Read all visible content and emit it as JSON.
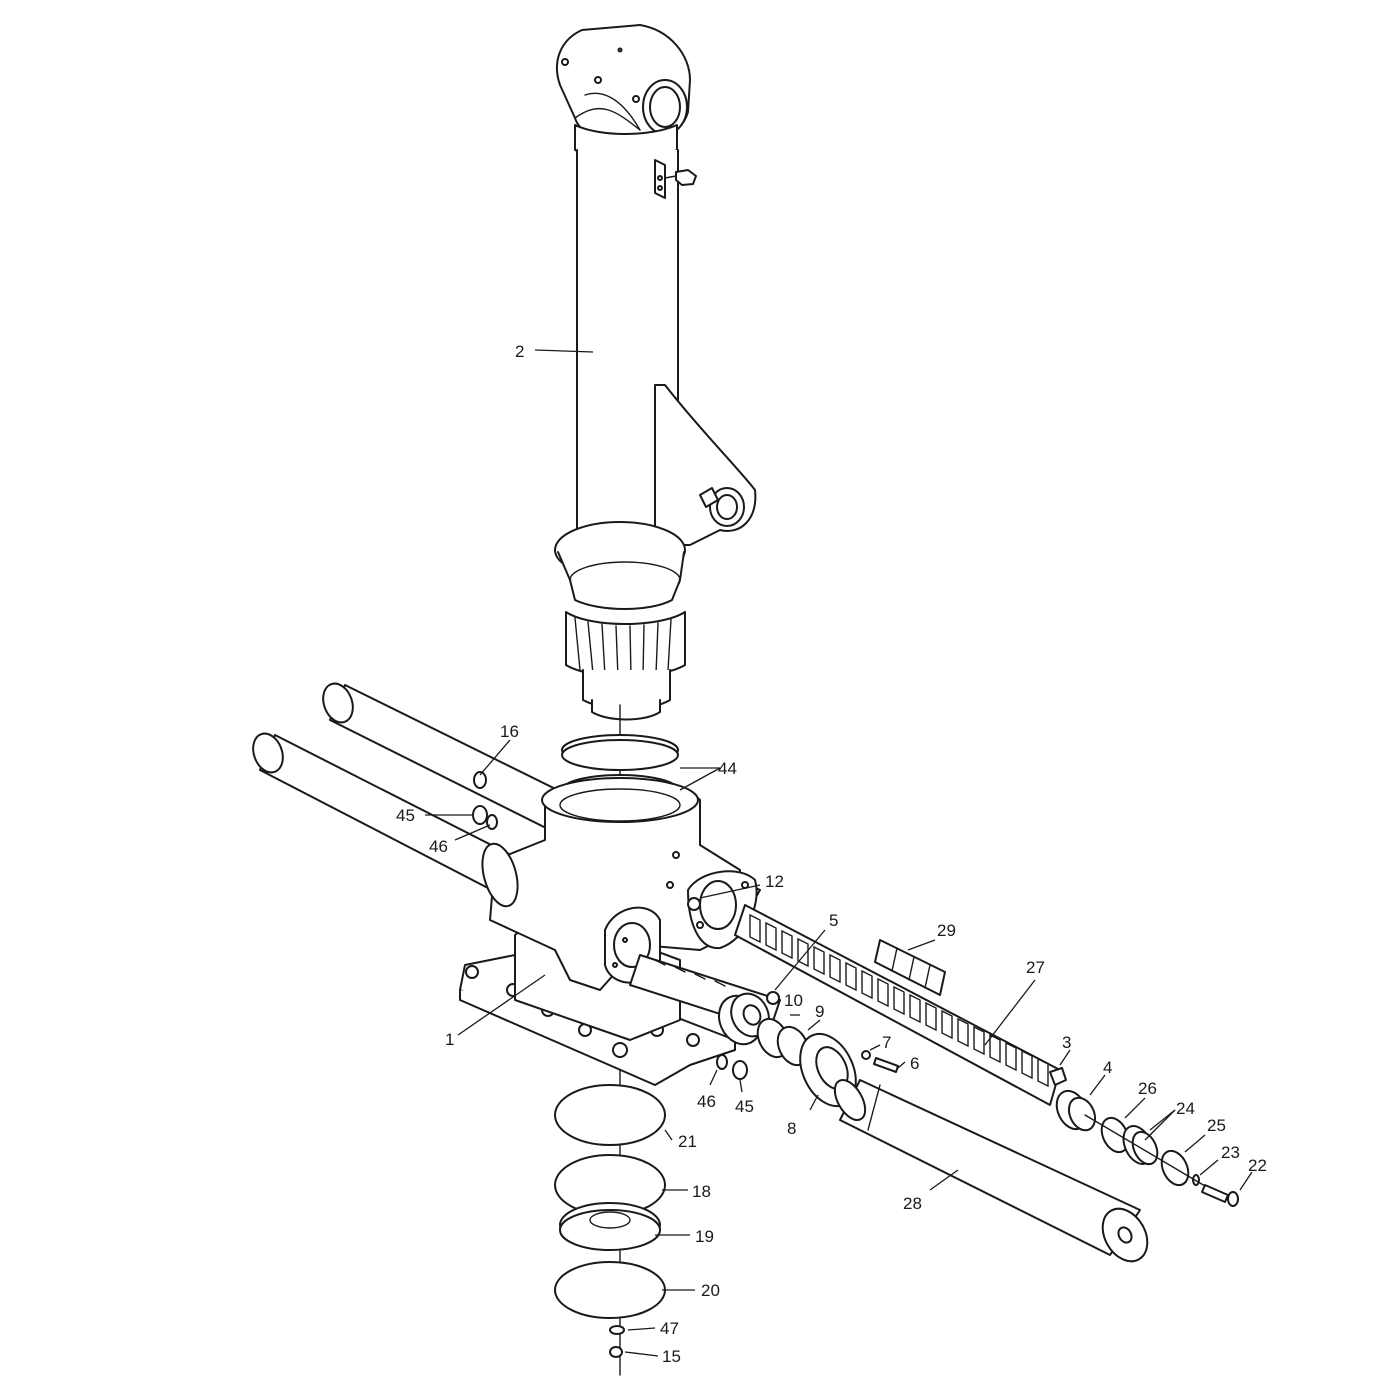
{
  "diagram": {
    "callouts": [
      {
        "id": "c1",
        "label": "1"
      },
      {
        "id": "c2",
        "label": "2"
      },
      {
        "id": "c3",
        "label": "3"
      },
      {
        "id": "c4",
        "label": "4"
      },
      {
        "id": "c5",
        "label": "5"
      },
      {
        "id": "c6",
        "label": "6"
      },
      {
        "id": "c7",
        "label": "7"
      },
      {
        "id": "c8",
        "label": "8"
      },
      {
        "id": "c9",
        "label": "9"
      },
      {
        "id": "c10",
        "label": "10"
      },
      {
        "id": "c12",
        "label": "12"
      },
      {
        "id": "c15",
        "label": "15"
      },
      {
        "id": "c16",
        "label": "16"
      },
      {
        "id": "c18",
        "label": "18"
      },
      {
        "id": "c19",
        "label": "19"
      },
      {
        "id": "c20",
        "label": "20"
      },
      {
        "id": "c21",
        "label": "21"
      },
      {
        "id": "c22",
        "label": "22"
      },
      {
        "id": "c23",
        "label": "23"
      },
      {
        "id": "c24",
        "label": "24"
      },
      {
        "id": "c25",
        "label": "25"
      },
      {
        "id": "c26",
        "label": "26"
      },
      {
        "id": "c27",
        "label": "27"
      },
      {
        "id": "c28",
        "label": "28"
      },
      {
        "id": "c29",
        "label": "29"
      },
      {
        "id": "c44",
        "label": "44"
      },
      {
        "id": "c45a",
        "label": "45"
      },
      {
        "id": "c45b",
        "label": "45"
      },
      {
        "id": "c46a",
        "label": "46"
      },
      {
        "id": "c46b",
        "label": "46"
      },
      {
        "id": "c47",
        "label": "47"
      }
    ]
  }
}
